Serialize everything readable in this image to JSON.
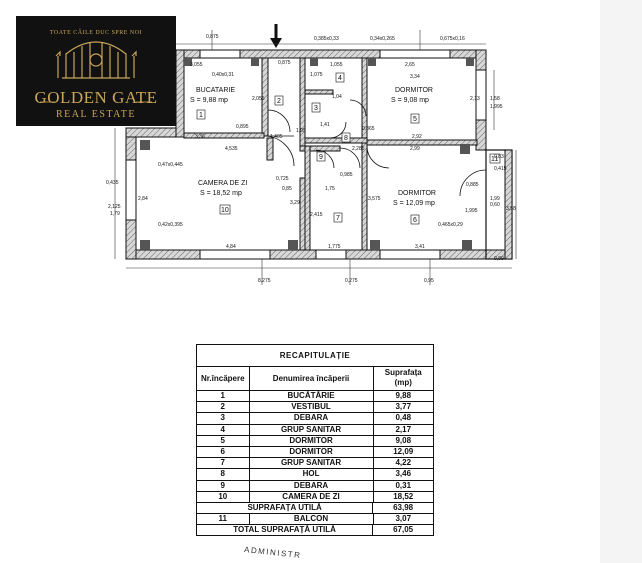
{
  "logo": {
    "tagline": "TOATE CĂILE DUC SPRE NOI",
    "name": "GOLDEN GATE",
    "subtitle": "REAL ESTATE"
  },
  "plan": {
    "rooms": [
      {
        "id": "r1",
        "number": "1",
        "name": "BUCATARIE",
        "area": "S = 9,88 mp"
      },
      {
        "id": "r2",
        "number": "2"
      },
      {
        "id": "r3",
        "number": "3"
      },
      {
        "id": "r4",
        "number": "4"
      },
      {
        "id": "r5",
        "number": "5",
        "name": "DORMITOR",
        "area": "S = 9,08 mp"
      },
      {
        "id": "r6",
        "number": "6",
        "name": "DORMITOR",
        "area": "S = 12,09 mp"
      },
      {
        "id": "r7",
        "number": "7"
      },
      {
        "id": "r8",
        "number": "8"
      },
      {
        "id": "r9",
        "number": "9"
      },
      {
        "id": "r10",
        "number": "10",
        "name": "CAMERA DE ZI",
        "area": "S = 18,52 mp"
      },
      {
        "id": "r11",
        "number": "11"
      }
    ],
    "dimensions": [
      "3,055",
      "0,40x0,31",
      "0,385x0,33",
      "0,34x0,265",
      "0,675x0,16",
      "1,055",
      "2,65",
      "3,34",
      "0,875",
      "1,075",
      "2,055",
      "3,36",
      "4,535",
      "0,895",
      "1,405",
      "0,85",
      "2,92",
      "2,99",
      "0,47x0,445",
      "0,42x0,395",
      "4,84",
      "1,75",
      "1,775",
      "3,41",
      "0,465x0,29",
      "0,435",
      "2,125",
      "1,79",
      "8,275",
      "0,275",
      "0,95",
      "0,875",
      "1,99",
      "3,58",
      "0,89",
      "0,83",
      "1,58",
      "2,13",
      "1,995",
      "0,415",
      "0,885",
      "0,60",
      "2,84",
      "0,985",
      "3,575",
      "2,415",
      "1,995",
      "1,04",
      "0,865",
      "2,285",
      "1,41",
      "0,725",
      "1,95",
      "3,29"
    ]
  },
  "recap": {
    "title": "RECAPITULAȚIE",
    "headers": {
      "number": "Nr.încăpere",
      "name": "Denumirea încăperii",
      "area": "Suprafața",
      "unit": "(mp)"
    },
    "rows": [
      {
        "number": "1",
        "name": "BUCĂTĂRIE",
        "area": "9,88"
      },
      {
        "number": "2",
        "name": "VESTIBUL",
        "area": "3,77"
      },
      {
        "number": "3",
        "name": "DEBARA",
        "area": "0,48"
      },
      {
        "number": "4",
        "name": "GRUP SANITAR",
        "area": "2,17"
      },
      {
        "number": "5",
        "name": "DORMITOR",
        "area": "9,08"
      },
      {
        "number": "6",
        "name": "DORMITOR",
        "area": "12,09"
      },
      {
        "number": "7",
        "name": "GRUP SANITAR",
        "area": "4,22"
      },
      {
        "number": "8",
        "name": "HOL",
        "area": "3,46"
      },
      {
        "number": "9",
        "name": "DEBARA",
        "area": "0,31"
      },
      {
        "number": "10",
        "name": "CAMERA DE ZI",
        "area": "18,52"
      }
    ],
    "useful_label": "SUPRAFAȚA UTILĂ",
    "useful_value": "63,98",
    "balcony": {
      "number": "11",
      "name": "BALCON",
      "area": "3,07"
    },
    "total_label": "TOTAL SUPRAFAȚĂ UTILĂ",
    "total_value": "67,05"
  },
  "footer": {
    "stamp": "ADMINISTR"
  },
  "colors": {
    "line": "#111111",
    "wall_fill": "#bdbdbd",
    "logo_bg": "#111111",
    "logo_gold": "#c9a65a"
  }
}
